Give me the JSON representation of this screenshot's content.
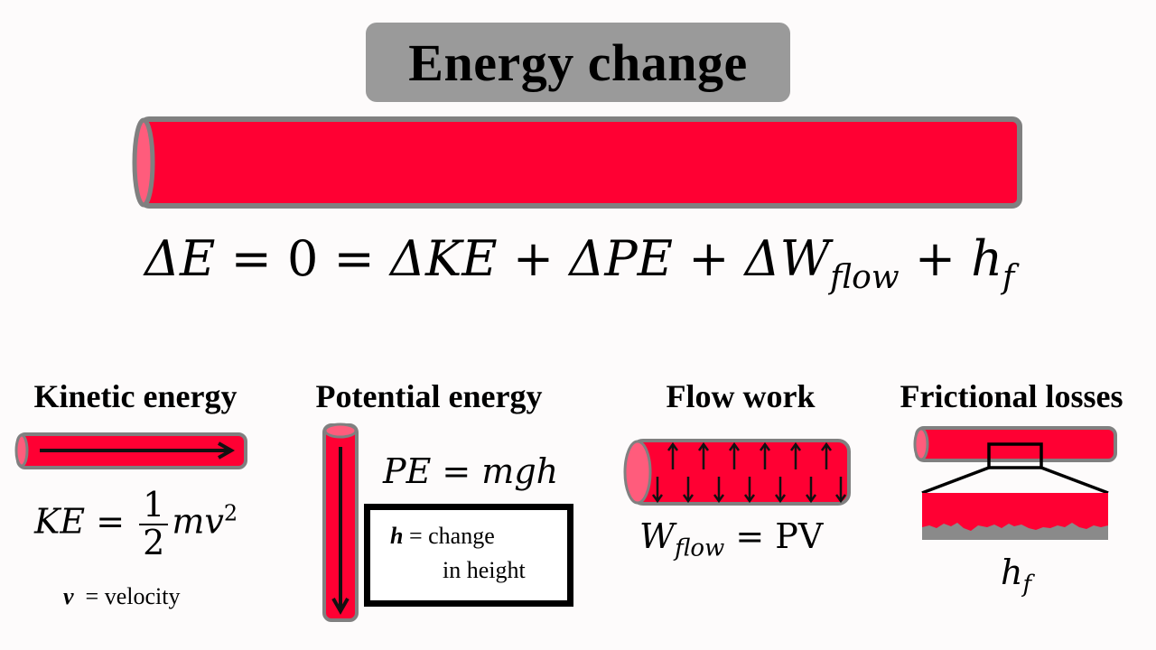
{
  "title": "Energy change",
  "colors": {
    "pipe_fill": "#ff0033",
    "pipe_end": "#ff5c7c",
    "pipe_outline": "#808080",
    "title_bg": "#9a9a9a",
    "background": "#fdfbfb"
  },
  "main_equation": {
    "lhs": "ΔE",
    "eq1": "=",
    "zero": "0",
    "eq2": "=",
    "term1": "ΔKE",
    "plus1": "+",
    "term2": "ΔPE",
    "plus2": "+",
    "term3": "ΔW",
    "term3_sub": "flow",
    "plus3": "+",
    "term4": "h",
    "term4_sub": "f"
  },
  "sections": {
    "kinetic": {
      "title": "Kinetic energy",
      "eq_lhs": "KE",
      "eq_sign": "=",
      "frac_num": "1",
      "frac_den": "2",
      "eq_rhs": "mv",
      "eq_exp": "2",
      "note_var": "v",
      "note_text": " = velocity"
    },
    "potential": {
      "title": "Potential energy",
      "equation": "PE = mgh",
      "note_var": "h",
      "note_line1": " = change",
      "note_line2": "in height"
    },
    "flow": {
      "title": "Flow work",
      "eq_lhs": "W",
      "eq_sub": "flow",
      "eq_rhs": " = PV"
    },
    "friction": {
      "title": "Frictional losses",
      "symbol": "h",
      "symbol_sub": "f"
    }
  }
}
